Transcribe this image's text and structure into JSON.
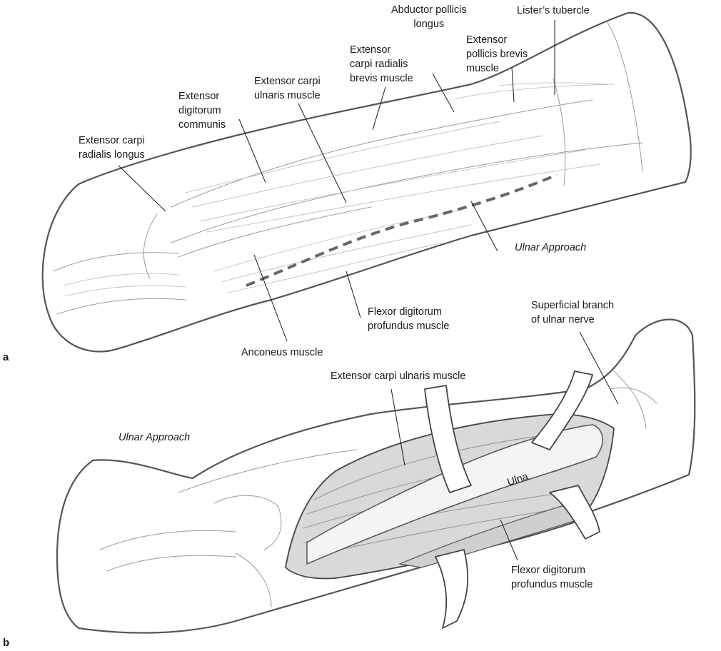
{
  "figure": {
    "panel_a": {
      "letter": "a",
      "labels": {
        "ecrl": [
          "Extensor carpi",
          "radialis longus"
        ],
        "edc": [
          "Extensor",
          "digitorum",
          "communis"
        ],
        "ecu": [
          "Extensor carpi",
          "ulnaris muscle"
        ],
        "ecrb": [
          "Extensor",
          "carpi radialis",
          "brevis muscle"
        ],
        "apl": [
          "Abductor pollicis",
          "longus"
        ],
        "epb": [
          "Extensor",
          "pollicis brevis",
          "muscle"
        ],
        "lister": [
          "Lister’s tubercle"
        ],
        "approach": "Ulnar Approach",
        "fdp": [
          "Flexor digitorum",
          "profundus muscle"
        ],
        "anconeus": [
          "Anconeus muscle"
        ]
      }
    },
    "panel_b": {
      "letter": "b",
      "labels": {
        "approach": "Ulnar Approach",
        "ecu": [
          "Extensor carpi ulnaris muscle"
        ],
        "nerve": [
          "Superficial branch",
          "of ulnar nerve"
        ],
        "ulna": "Ulna",
        "fdp": [
          "Flexor digitorum",
          "profundus muscle"
        ]
      }
    }
  }
}
